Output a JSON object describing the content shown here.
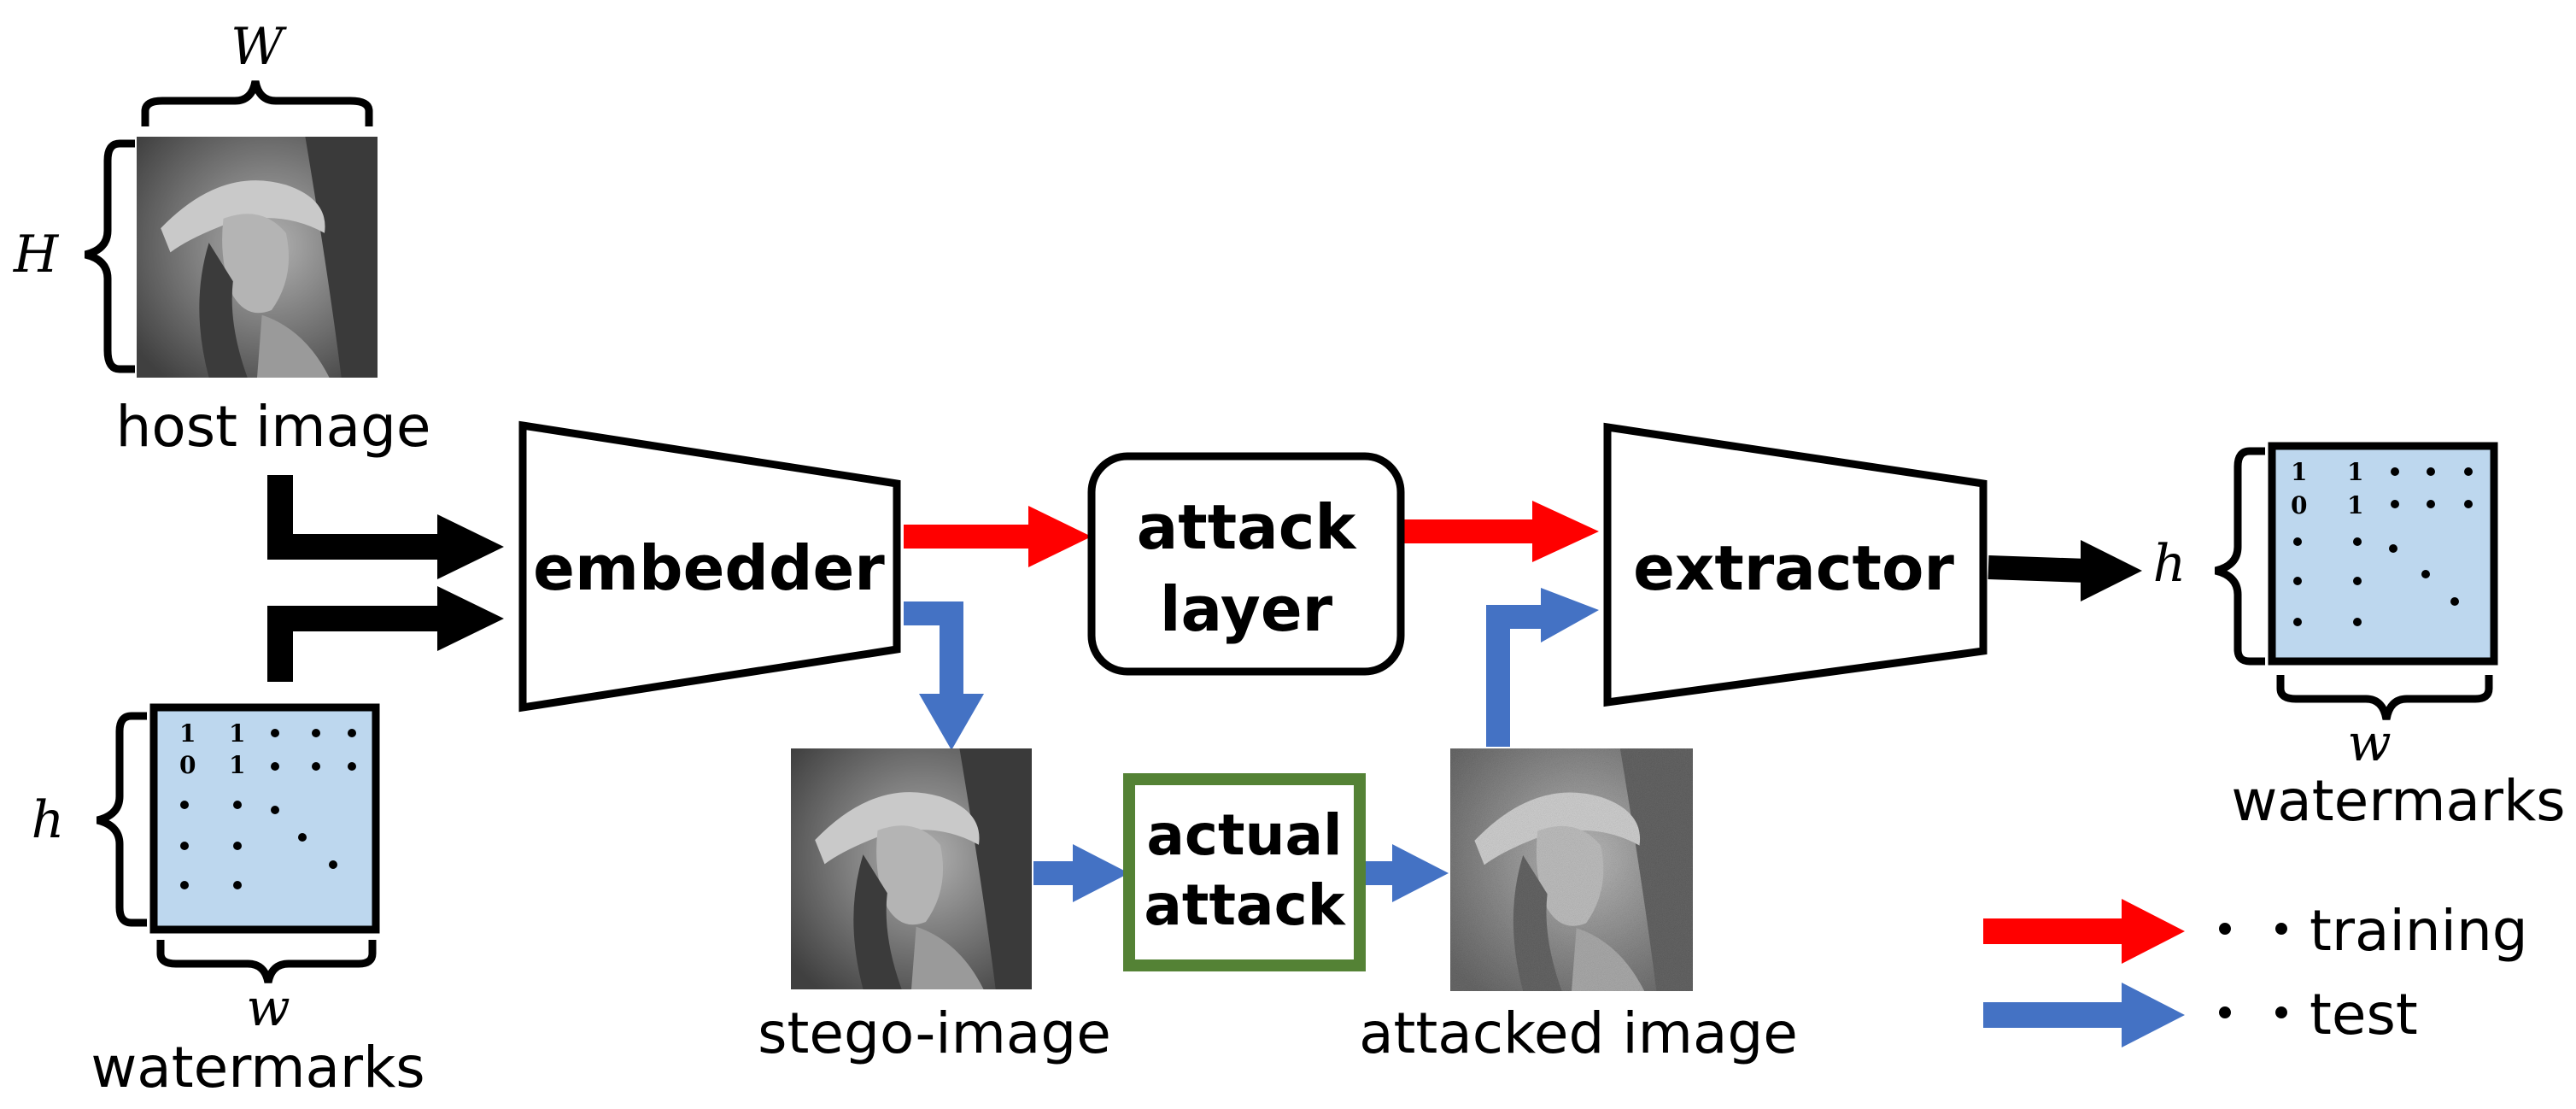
{
  "labels": {
    "host_image": "host image",
    "watermarks_in": "watermarks",
    "watermarks_out": "watermarks",
    "stego_image": "stego-image",
    "attacked_image": "attacked image",
    "embedder": "embedder",
    "extractor": "extractor",
    "attack_layer_line1": "attack",
    "attack_layer_line2": "layer",
    "actual_attack_line1": "actual",
    "actual_attack_line2": "attack"
  },
  "dims": {
    "host_width": "W",
    "host_height": "H",
    "wm_in_height": "h",
    "wm_in_width": "w",
    "wm_out_height": "h",
    "wm_out_width": "w"
  },
  "watermark_matrix": {
    "row1": [
      "1",
      "1"
    ],
    "row2": [
      "0",
      "1"
    ]
  },
  "legend": {
    "training": "・・training",
    "test": "・・test"
  },
  "colors": {
    "training_arrow": "#ff0000",
    "test_arrow": "#4472c4",
    "default_arrow": "#000000",
    "watermark_fill": "#bdd7ee",
    "actual_attack_border": "#548235"
  }
}
